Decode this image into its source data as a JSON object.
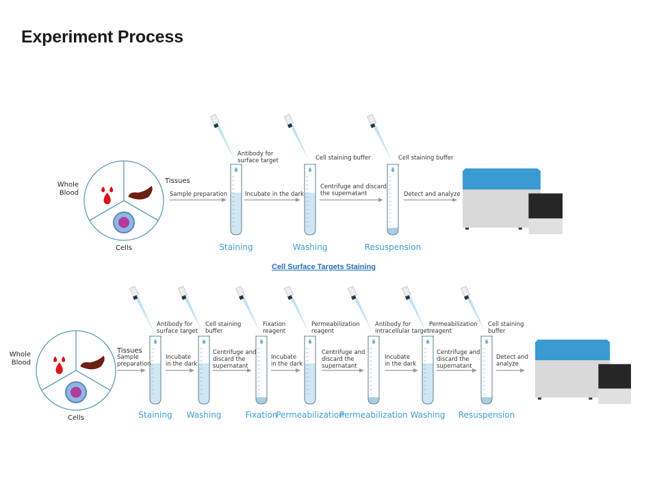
{
  "page": {
    "title": "Experiment Process"
  },
  "diagram1": {
    "sources": {
      "blood": "Whole Blood",
      "tissues": "Tissues",
      "cells": "Cells"
    },
    "steps": [
      {
        "arrow": [
          "Sample preparation"
        ],
        "reagent": [
          "Antibody for",
          "surface target"
        ],
        "stage": "Staining",
        "fill": 0.6
      },
      {
        "arrow": [
          "Incubate in the dark"
        ],
        "reagent": [
          "Cell staining buffer"
        ],
        "stage": "Washing",
        "fill": 0.6
      },
      {
        "arrow": [
          "Centrifuge and discard",
          "the supernatant"
        ],
        "reagent": [
          "Cell staining buffer"
        ],
        "stage": "Resuspension",
        "fill": 0.1
      }
    ],
    "final_arrow": [
      "Detect and analyze"
    ]
  },
  "link": {
    "label": "Cell Surface Targets Staining"
  },
  "diagram2": {
    "sources": {
      "blood": "Whole Blood",
      "tissues": "Tissues",
      "cells": "Cells"
    },
    "steps": [
      {
        "arrow": [
          "Sample",
          "preparation"
        ],
        "reagent": [
          "Antibody for",
          "surface target"
        ],
        "stage": "Staining",
        "fill": 0.6
      },
      {
        "arrow": [
          "Incubate",
          "in the dark"
        ],
        "reagent": [
          "Cell staining",
          "buffer"
        ],
        "stage": "Washing",
        "fill": 0.6
      },
      {
        "arrow": [
          "Centrifuge and",
          "discard the",
          "supernatant"
        ],
        "reagent": [
          "Fixation",
          "reagent"
        ],
        "stage": "Fixation",
        "fill": 0.1
      },
      {
        "arrow": [
          "Incubate",
          "in the dark"
        ],
        "reagent": [
          "Permeabilization",
          "reagent"
        ],
        "stage": "Permeabilization",
        "fill": 0.6
      },
      {
        "arrow": [
          "Centrifuge and",
          "discard the",
          "supernatant"
        ],
        "reagent": [
          "Antibody for",
          "intracellular target"
        ],
        "stage": "Permeabilization",
        "fill": 0.1
      },
      {
        "arrow": [
          "Incubate",
          "in the dark"
        ],
        "reagent": [
          "Permeabilization",
          "reagent"
        ],
        "stage": "Washing",
        "fill": 0.6
      },
      {
        "arrow": [
          "Centrifuge and",
          "discard the",
          "supernatant"
        ],
        "reagent": [
          "Cell staining",
          "buffer"
        ],
        "stage": "Resuspension",
        "fill": 0.1
      }
    ],
    "final_arrow": [
      "Detect and",
      "analyze"
    ]
  },
  "colors": {
    "stage": "#3d9fd3",
    "tube_fill": "#cfe6f3",
    "instrument_top": "#3a9ad2",
    "instrument_body": "#d9d9d9",
    "blood": "#d8141b",
    "tissue": "#6b1f15"
  }
}
